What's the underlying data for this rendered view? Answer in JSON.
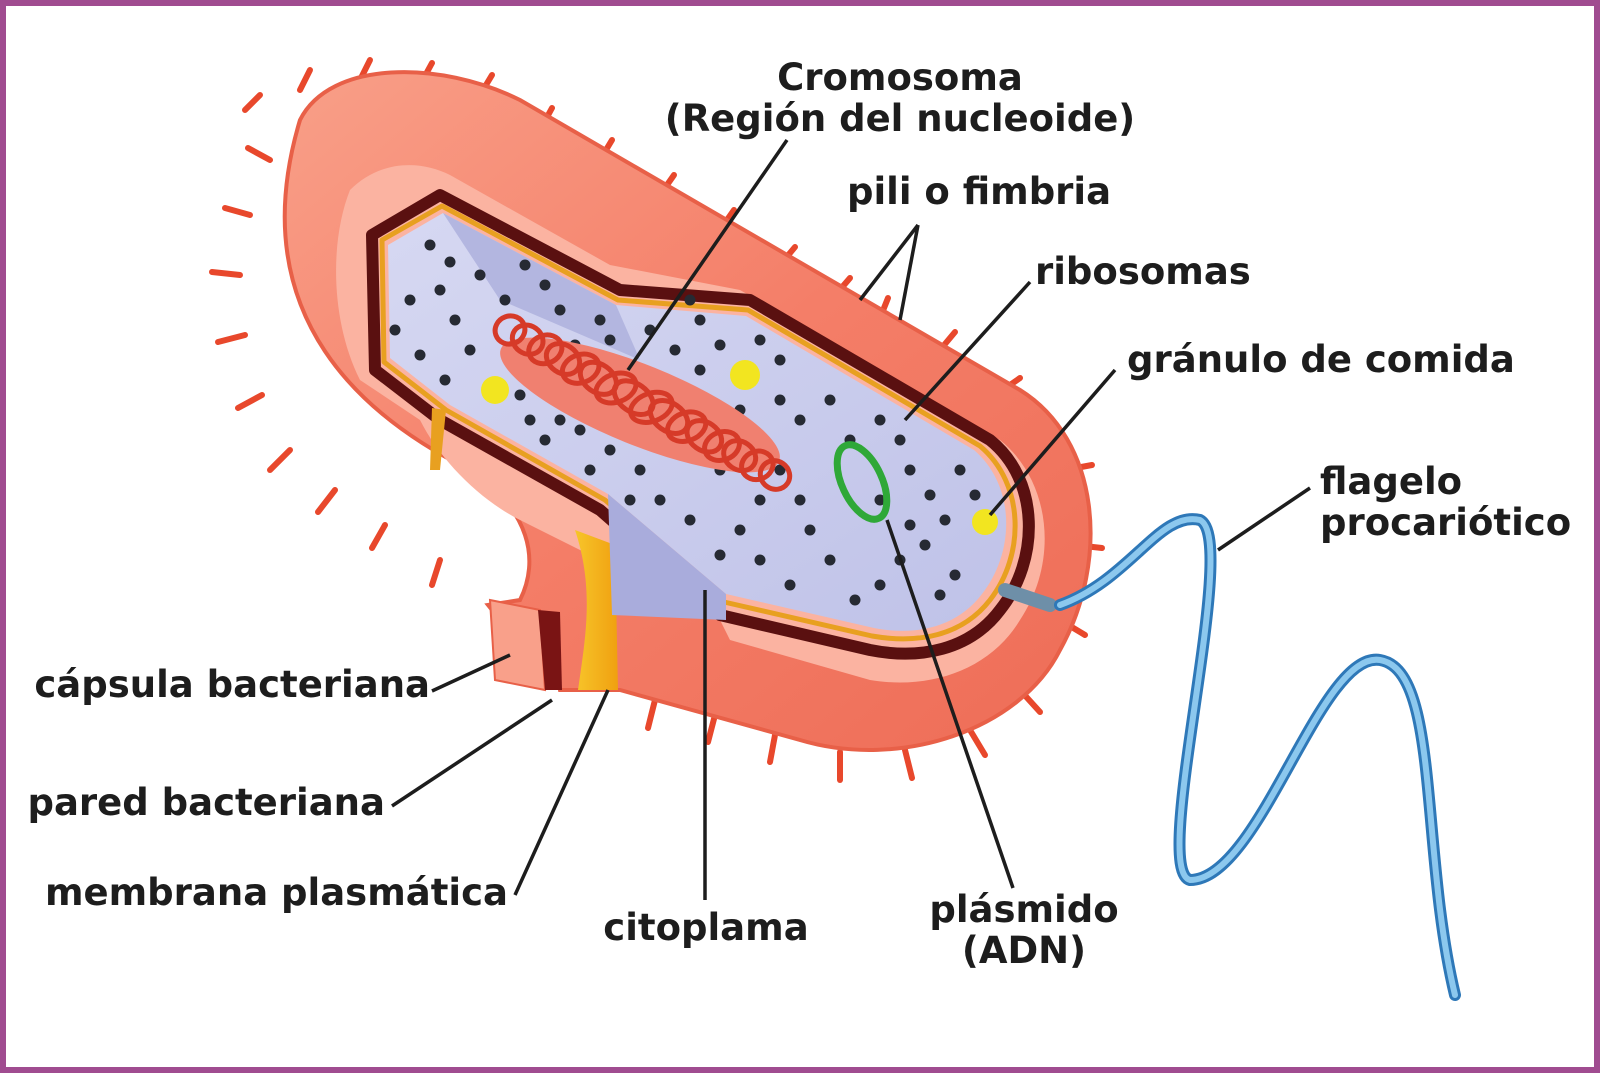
{
  "labels": {
    "cromosoma_l1": "Cromosoma",
    "cromosoma_l2": "(Región del nucleoide)",
    "pili": "pili o fimbria",
    "ribosomas": "ribosomas",
    "granulo": "gránulo de comida",
    "flagelo_l1": "flagelo",
    "flagelo_l2": "procariótico",
    "capsula": "cápsula bacteriana",
    "pared": "pared bacteriana",
    "membrana": "membrana plasmática",
    "citoplasma": "citoplama",
    "plasmido_l1": "plásmido",
    "plasmido_l2": "(ADN)"
  },
  "colors": {
    "frame": "#a04c90",
    "capsule": "#f47e68",
    "capsule_light": "#fbb3a1",
    "pili": "#e8482c",
    "wall": "#5a1010",
    "membrane": "#e8a020",
    "cytoplasm": "#c7c9ec",
    "ribosome": "#262a33",
    "chromosome": "#e0402e",
    "granule": "#f2e520",
    "plasmid": "#2fa838",
    "flagellum": "#4f9fd6",
    "leader": "#1d1d1d"
  }
}
